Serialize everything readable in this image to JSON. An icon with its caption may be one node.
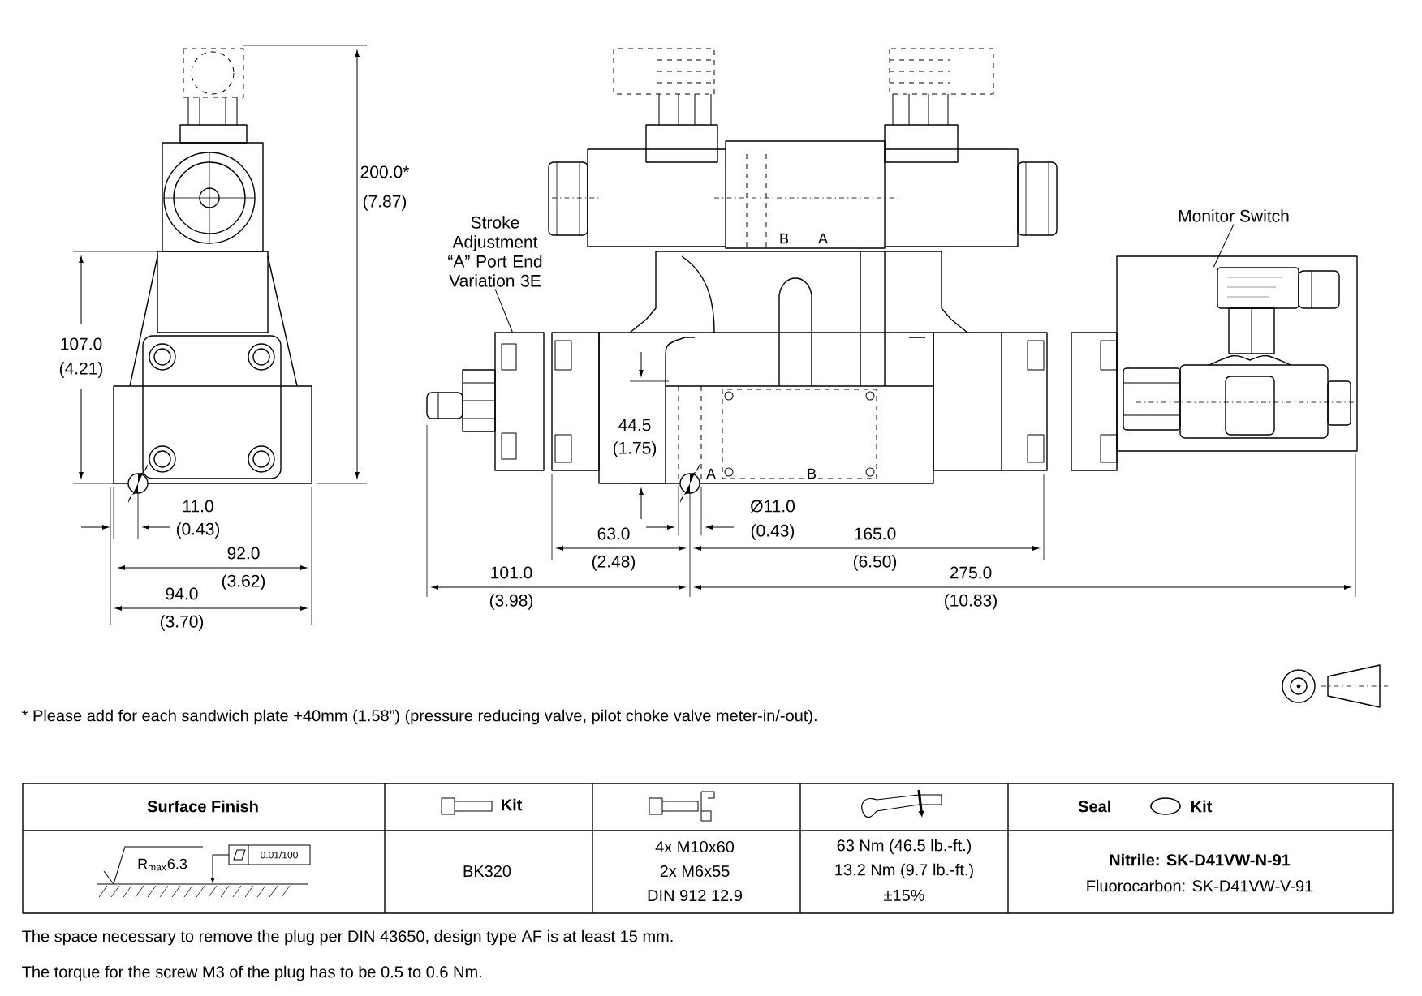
{
  "diagram": {
    "nodes": [
      {
        "text": [
          "Stroke Adjustment “A” Port End Variation 3E"
        ]
      },
      {
        "text": [],
        "shape": "picture"
      },
      {
        "text": [
          "Monitor Switch"
        ]
      },
      {
        "text": [],
        "shape": "picture"
      }
    ],
    "edges": [
      {
        "from": 0,
        "to": 1,
        "arrow": "none"
      },
      {
        "from": 2,
        "to": 3,
        "arrow": "none"
      }
    ],
    "labels": [
      "200.0*",
      "(7.87)",
      "107.0",
      "(4.21)",
      "11.0",
      "(0.43)",
      "92.0",
      "(3.62)",
      "94.0",
      "(3.70)",
      "B",
      "A",
      "44.5",
      "(1.75)",
      "A",
      "B",
      "Ø11.0",
      "63.0",
      "(0.43)",
      "165.0",
      "(2.48)",
      "(6.50)",
      "101.0",
      "(3.98)",
      "275.0",
      "(10.83)",
      "* Please add for each sandwich plate +40mm (1.58”) (pressure reducing valve, pilot choke valve meter-in/-out).",
      "Surface Finish",
      "Kit",
      "Seal",
      "Kit",
      "R$_{max}$6.3",
      "0.01/100",
      "BK320",
      "4x M10x60",
      "2x M6x55",
      "DIN 912 12.9",
      "63 Nm (46.5 lb.-ft.)",
      "13.2 Nm (9.7 lb.-ft.)",
      "±15%",
      "Nitrile: SK-D41VW-N-91",
      "Fluorocarbon: SK-D41VW-V-91",
      "The space necessary to remove the plug per DIN 43650, design type AF is at least 15 mm.",
      "The torque for the screw M3 of the plug has to be 0.5 to 0.6 Nm."
    ]
  }
}
